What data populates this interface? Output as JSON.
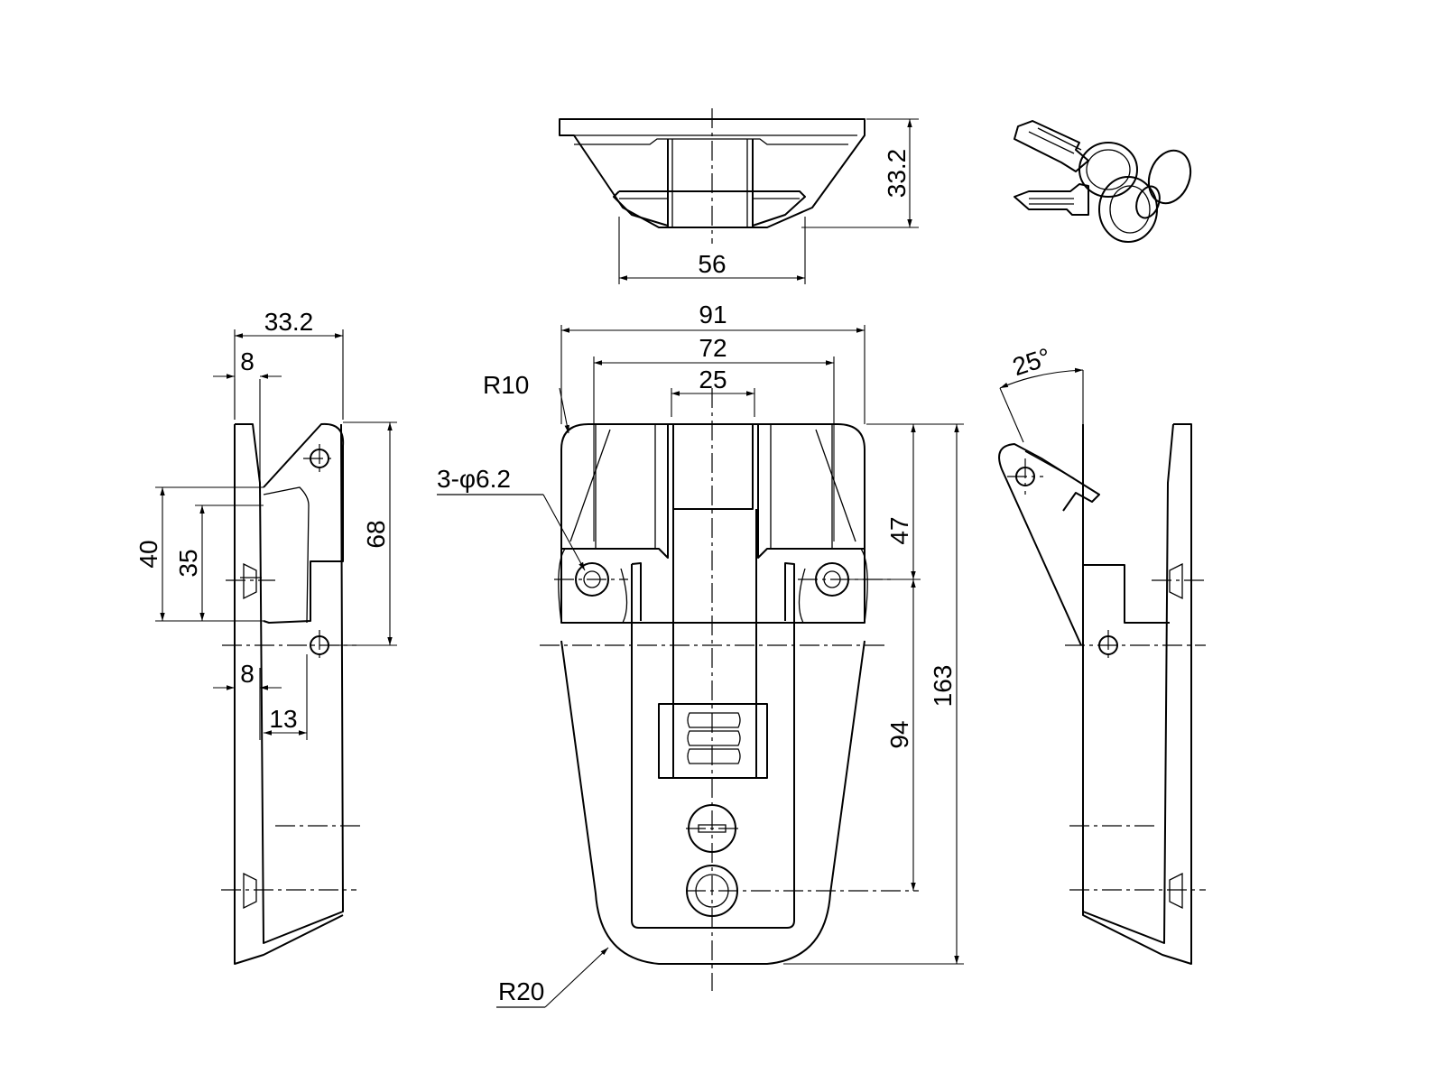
{
  "colors": {
    "line": "#000000",
    "background": "#ffffff"
  },
  "icons": [
    "key-icon"
  ],
  "dimensions": {
    "top_height": "33.2",
    "top_width": "56",
    "side_depth": "33.2",
    "side_offset_top": "8",
    "side_height_40": "40",
    "side_height_35": "35",
    "side_height_68": "68",
    "side_offset_bottom": "8",
    "side_offset_13": "13",
    "front_width_91": "91",
    "front_width_72": "72",
    "front_width_25": "25",
    "front_radius_top": "R10",
    "front_holes": "3-φ6.2",
    "front_height_47": "47",
    "front_height_94": "94",
    "front_height_163": "163",
    "front_radius_bottom": "R20",
    "open_angle": "25°"
  }
}
